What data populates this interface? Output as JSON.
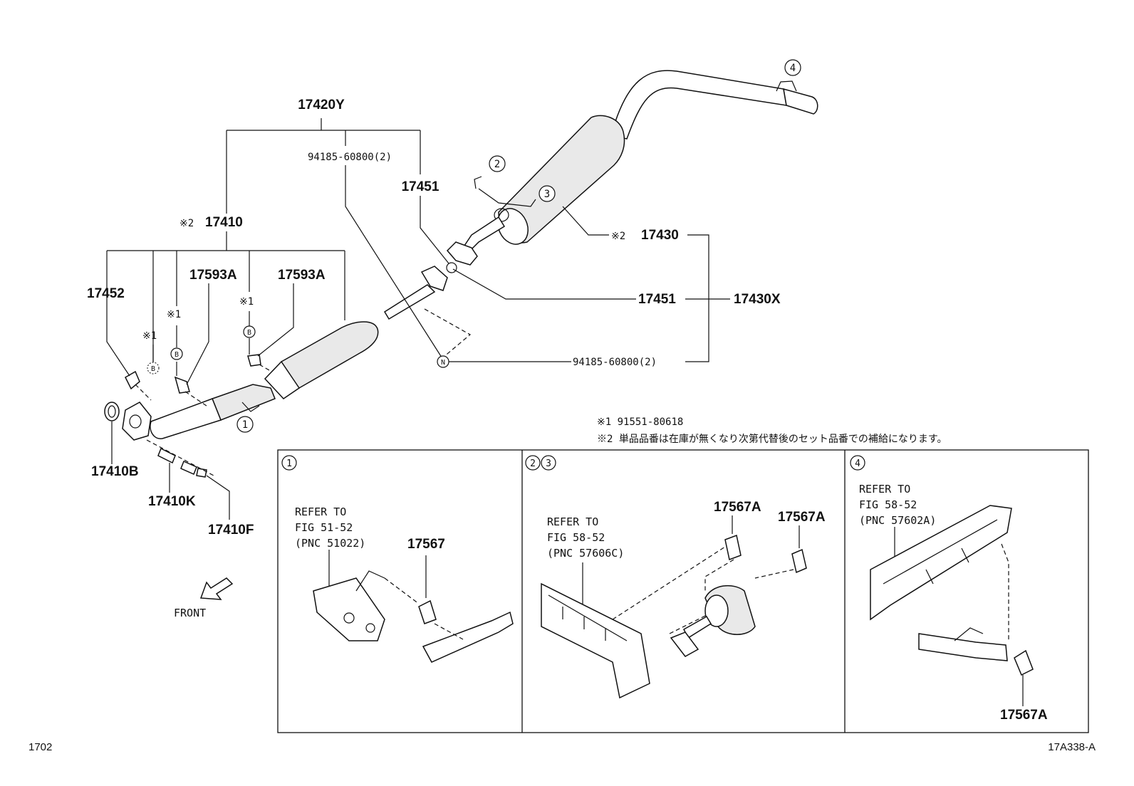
{
  "parts": {
    "p17420Y": "17420Y",
    "p94185_top": "94185-60800(2)",
    "p17451_top": "17451",
    "p17410": "17410",
    "p17410_mark": "※2",
    "p17452": "17452",
    "p17593A_1": "17593A",
    "p17593A_2": "17593A",
    "mark1_a": "※1",
    "mark1_b": "※1",
    "mark1_c": "※1",
    "p17430": "17430",
    "p17430_mark": "※2",
    "p17451_mid": "17451",
    "p17430X": "17430X",
    "p94185_bot": "94185-60800(2)",
    "p17410B": "17410B",
    "p17410K": "17410K",
    "p17410F": "17410F",
    "p17567": "17567",
    "p17567A_1": "17567A",
    "p17567A_2": "17567A",
    "p17567A_3": "17567A"
  },
  "callouts": {
    "c1": "1",
    "c2": "2",
    "c3": "3",
    "c4": "4",
    "b": "B",
    "n": "N"
  },
  "notes": {
    "note1": "※1 91551-80618",
    "note2": "※2 単品品番は在庫が無くなり次第代替後のセット品番での補給になります。"
  },
  "front": "FRONT",
  "panels": {
    "p1": {
      "title": "1",
      "ref1": "REFER TO",
      "ref2": "FIG 51-52",
      "ref3": "(PNC 51022)"
    },
    "p23": {
      "title_a": "2",
      "title_b": "3",
      "ref1": "REFER TO",
      "ref2": "FIG 58-52",
      "ref3": "(PNC 57606C)"
    },
    "p4": {
      "title": "4",
      "ref1": "REFER TO",
      "ref2": "FIG 58-52",
      "ref3": "(PNC 57602A)"
    }
  },
  "footer": {
    "left": "1702",
    "right": "17A338-A"
  }
}
